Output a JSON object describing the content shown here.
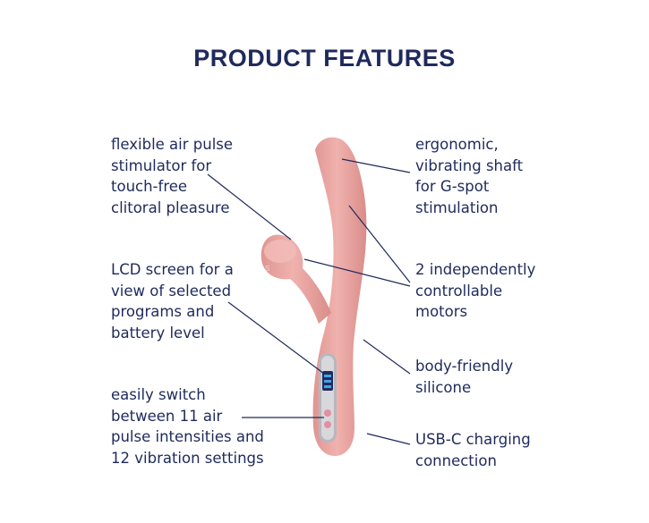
{
  "title": "PRODUCT FEATURES",
  "features": {
    "air_pulse": "flexible air pulse\nstimulator for\ntouch-free\nclitoral pleasure",
    "lcd": "LCD screen for a\nview of selected\nprograms and\nbattery level",
    "switch": "easily switch\nbetween 11 air\npulse intensities and\n12 vibration settings",
    "shaft": "ergonomic,\nvibrating shaft\nfor G-spot\nstimulation",
    "motors": "2 independently\ncontrollable\nmotors",
    "silicone": "body-friendly\nsilicone",
    "usb": "USB-C charging\nconnection"
  },
  "colors": {
    "text": "#1f2a5c",
    "product": "#e9a6a3",
    "product_dark": "#d98d8a"
  }
}
